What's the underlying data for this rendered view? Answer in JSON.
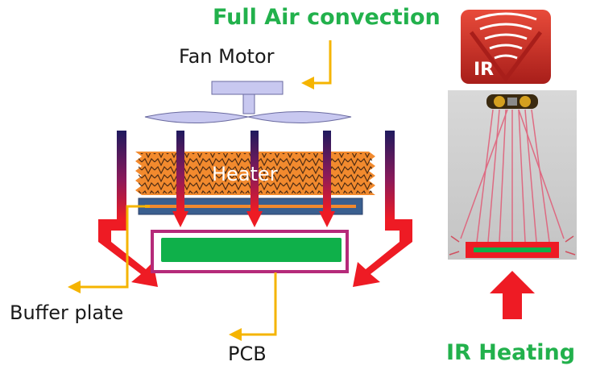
{
  "labels": {
    "full_air": "Full Air convection",
    "fan_motor": "Fan Motor",
    "heater": "Heater",
    "buffer_plate": "Buffer plate",
    "pcb": "PCB",
    "ir_badge": "IR",
    "ir_heating": "IR Heating"
  },
  "colors": {
    "green_text": "#22b14c",
    "orange_arrow": "#f5b400",
    "heater_orange": "#f28a2e",
    "red": "#ee1b24",
    "pcb_green": "#0fb04a",
    "fan": "#c8c8f0",
    "navy": "#1f1a5e"
  }
}
